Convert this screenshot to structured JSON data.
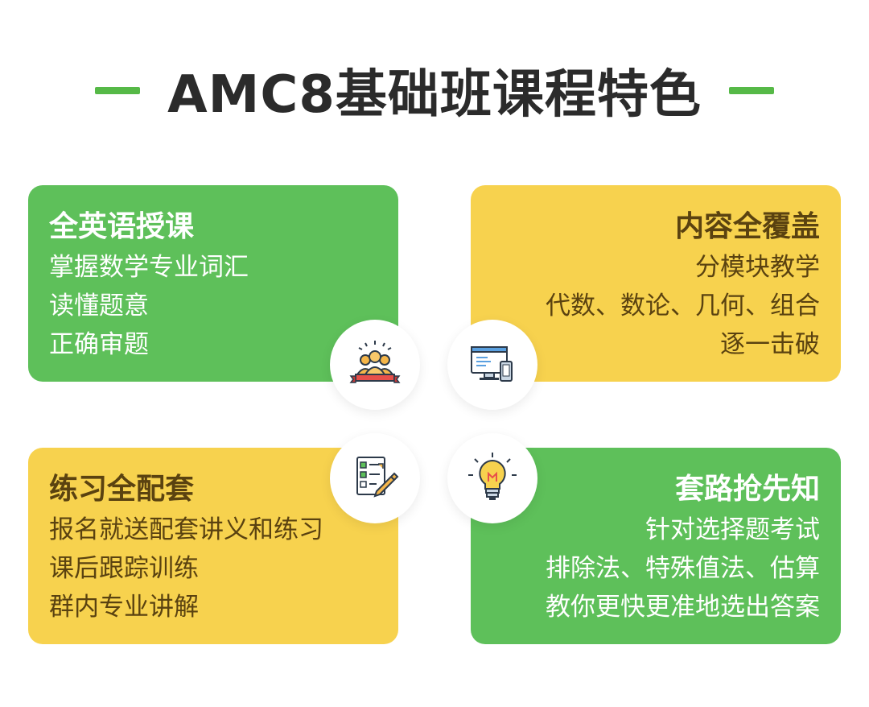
{
  "title": "AMC8基础班课程特色",
  "colors": {
    "green": "#5ec05a",
    "yellow": "#f7d24e",
    "dash": "#56b947",
    "title": "#2b2b2b"
  },
  "features": [
    {
      "title": "全英语授课",
      "lines": [
        "掌握数学专业词汇",
        "读懂题意",
        "正确审题"
      ],
      "icon": "classroom-audience-icon"
    },
    {
      "title": "内容全覆盖",
      "lines": [
        "分模块教学",
        "代数、数论、几何、组合",
        "逐一击破"
      ],
      "icon": "computer-devices-icon"
    },
    {
      "title": "练习全配套",
      "lines": [
        "报名就送配套讲义和练习",
        "课后跟踪训练",
        "群内专业讲解"
      ],
      "icon": "checklist-pencil-icon"
    },
    {
      "title": "套路抢先知",
      "lines": [
        "针对选择题考试",
        "排除法、特殊值法、估算",
        "教你更快更准地选出答案"
      ],
      "icon": "lightbulb-icon"
    }
  ]
}
